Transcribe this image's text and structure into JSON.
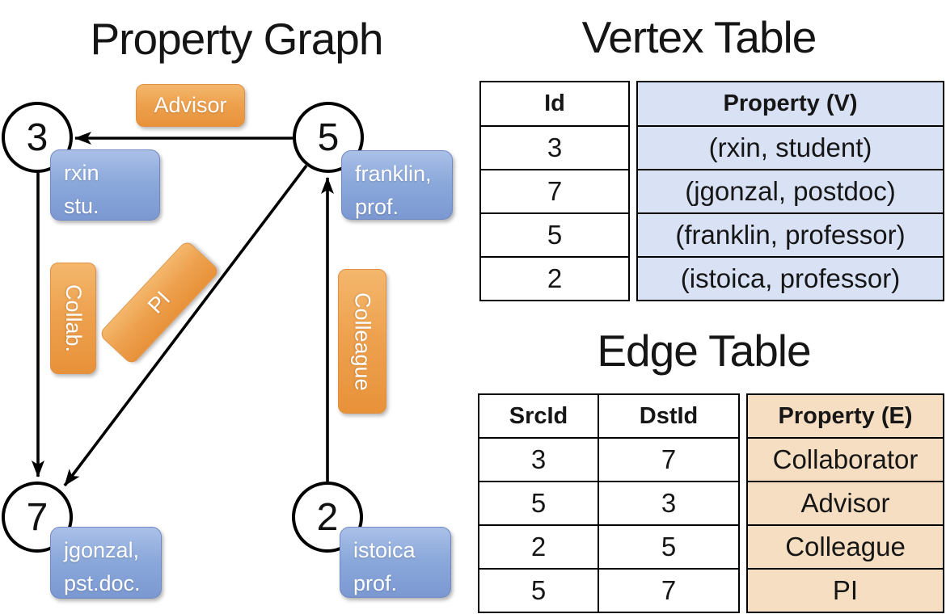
{
  "graph": {
    "title": "Property Graph",
    "vertices": [
      {
        "id": "3",
        "property": [
          "rxin",
          "stu."
        ]
      },
      {
        "id": "5",
        "property": [
          "franklin,",
          "prof."
        ]
      },
      {
        "id": "7",
        "property": [
          "jgonzal,",
          "pst.doc."
        ]
      },
      {
        "id": "2",
        "property": [
          "istoica",
          "prof."
        ]
      }
    ],
    "edge_labels": {
      "advisor": "Advisor",
      "collab": "Collab.",
      "pi": "PI",
      "colleague": "Colleague"
    }
  },
  "vertex_table": {
    "title": "Vertex Table",
    "columns": {
      "id": "Id",
      "property": "Property (V)"
    },
    "rows": [
      {
        "id": "3",
        "property": "(rxin, student)"
      },
      {
        "id": "7",
        "property": "(jgonzal, postdoc)"
      },
      {
        "id": "5",
        "property": "(franklin, professor)"
      },
      {
        "id": "2",
        "property": "(istoica, professor)"
      }
    ]
  },
  "edge_table": {
    "title": "Edge Table",
    "columns": {
      "src": "SrcId",
      "dst": "DstId",
      "property": "Property (E)"
    },
    "rows": [
      {
        "src": "3",
        "dst": "7",
        "property": "Collaborator"
      },
      {
        "src": "5",
        "dst": "3",
        "property": "Advisor"
      },
      {
        "src": "2",
        "dst": "5",
        "property": "Colleague"
      },
      {
        "src": "5",
        "dst": "7",
        "property": "PI"
      }
    ]
  },
  "colors": {
    "vertex_property_fill": "#7b98d2",
    "edge_label_fill": "#eda04d",
    "vertex_table_property_fill": "#d8e2f4",
    "edge_table_property_fill": "#f6dec2",
    "line": "#000000"
  }
}
